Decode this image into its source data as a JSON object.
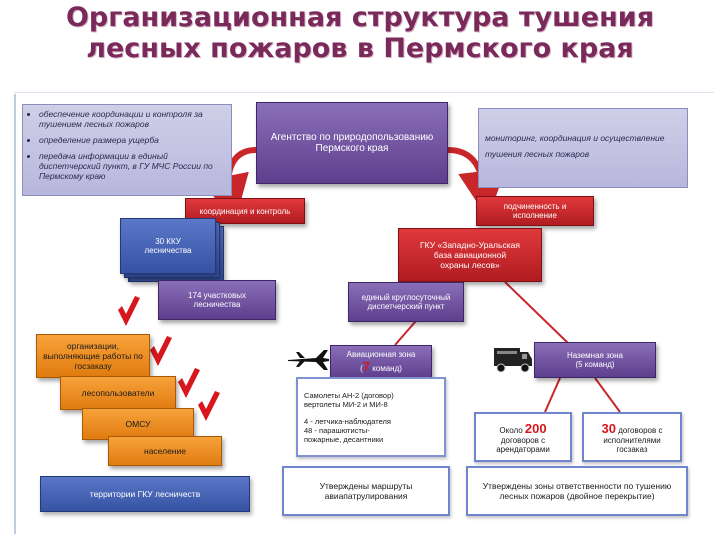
{
  "title": {
    "line1": "Организационная структура тушения",
    "line2": "лесных пожаров в Пермского края"
  },
  "left_note": {
    "items": [
      "обеспечение координации и контроля за тушением лесных пожаров",
      "определение размера ущерба",
      "передача информации в единый диспетчерский пункт, в ГУ МЧС России по Пермскому краю"
    ]
  },
  "right_note": {
    "line1": "мониторинг, координация и осуществление",
    "line2": "тушения лесных пожаров"
  },
  "agency": {
    "line1": "Агентство по природопользованию",
    "line2": "Пермского края"
  },
  "coordination": "координация и контроль",
  "subordination": {
    "line1": "подчиненность и",
    "line2": "исполнение"
  },
  "forestries": {
    "line1": "30 ККУ",
    "line2": "лесничества"
  },
  "forest_areas": {
    "line1": "174 участковых",
    "line2": "лесничества"
  },
  "base": {
    "line1": "ГКУ «Западно-Уральская",
    "line2": "база авиационной",
    "line3": "охраны лесов»"
  },
  "dispatch": {
    "line1": "единый круглосуточный",
    "line2": "диспетчерский пункт"
  },
  "aviation": {
    "prefix": "Авиационная зона",
    "open": "(",
    "count": "7",
    "suffix": " команд)"
  },
  "ground": {
    "line1": "Наземная зона",
    "line2": "(5 команд)"
  },
  "aviation_details": {
    "l1": "Самолеты АН-2 (договор)",
    "l2": "вертолеты МИ-2 и МИ-8",
    "l3": "4 - летчика-наблюдателя",
    "l4": "48 - парашютисты-",
    "l5": "пожарные, десантники"
  },
  "tenants": {
    "prefix": "Около ",
    "count": "200",
    "line2": "договоров с",
    "line3": "арендаторами"
  },
  "contracts": {
    "count": "30",
    "suffix": " договоров с",
    "line2": "исполнителями",
    "line3": "госзаказ"
  },
  "orgs": [
    {
      "label": "организации, выполняющие работы по госзаказу"
    },
    {
      "label": "лесопользователи"
    },
    {
      "label": "ОМСУ"
    },
    {
      "label": "население"
    }
  ],
  "territory": "территории ГКУ лесничеств",
  "routes": {
    "line1": "Утверждены маршруты",
    "line2": "авиапатрулирования"
  },
  "zones": {
    "line1": "Утверждены зоны ответственности по тушению",
    "line2": "лесных пожаров (двойное перекрытие)"
  },
  "colors": {
    "title": "#7a2a5a",
    "purple": "#6a4c9c",
    "red": "#c9262a",
    "blue": "#4562b8",
    "orange": "#f0901f",
    "lavender": "#c4c3e3"
  },
  "icons": [
    "airplane-icon",
    "truck-icon",
    "red-check-arrow-icon"
  ]
}
